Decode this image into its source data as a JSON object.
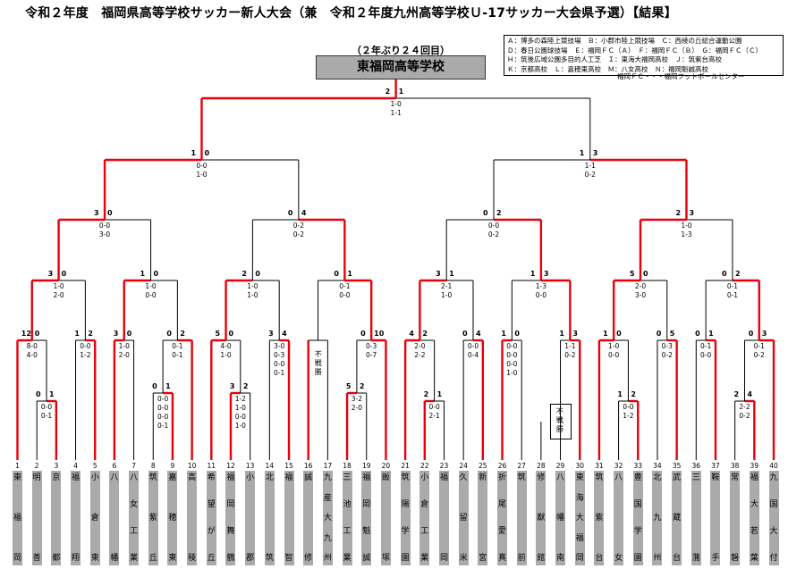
{
  "title": "令和２年度　福岡県高等学校サッカー新人大会（兼　令和２年度九州高等学校Ｕ-17サッカー大会県予選）【結果】",
  "champion": {
    "subtitle": "（２年ぶり２４回目）",
    "name": "東福岡高等学校"
  },
  "venues": [
    "Ａ：博多の森陸上競技場　Ｂ：小郡市陸上競技場　Ｃ：西綾の丘総合運動公園",
    "Ｄ：春日公園球技場　Ｅ：福岡ＦＣ（Ａ）　Ｆ：福岡ＦＣ（Ｂ）　Ｇ：福岡ＦＣ（Ｃ）",
    "Ｈ：筑後広域公園多目的人工芝　Ｉ：東海大福岡高校　Ｊ：筑紫台高校",
    "Ｋ：京都高校　Ｌ：嘉穂東高校　Ｍ：八女高校　Ｎ：福岡魁誠高校"
  ],
  "venue_note": "福岡ＦＣ・・・福岡フットボールセンター",
  "forfeit_label": "不戦勝",
  "teams": [
    {
      "num": "1",
      "name": "東福岡"
    },
    {
      "num": "2",
      "name": "明善"
    },
    {
      "num": "3",
      "name": "京都"
    },
    {
      "num": "4",
      "name": "福翔"
    },
    {
      "num": "5",
      "name": "小倉東"
    },
    {
      "num": "6",
      "name": "八幡"
    },
    {
      "num": "7",
      "name": "八女工業"
    },
    {
      "num": "8",
      "name": "筑紫丘"
    },
    {
      "num": "9",
      "name": "嘉穂東"
    },
    {
      "num": "10",
      "name": "高稜"
    },
    {
      "num": "11",
      "name": "希望が丘"
    },
    {
      "num": "12",
      "name": "福岡舞鶴"
    },
    {
      "num": "13",
      "name": "小郡"
    },
    {
      "num": "14",
      "name": "北筑"
    },
    {
      "num": "15",
      "name": "福智"
    },
    {
      "num": "16",
      "name": "誠修"
    },
    {
      "num": "17",
      "name": "九産大九州"
    },
    {
      "num": "18",
      "name": "三池工業"
    },
    {
      "num": "19",
      "name": "福岡魁誠"
    },
    {
      "num": "20",
      "name": "飯塚"
    },
    {
      "num": "21",
      "name": "筑陽学園"
    },
    {
      "num": "22",
      "name": "小倉工業"
    },
    {
      "num": "23",
      "name": "福岡"
    },
    {
      "num": "24",
      "name": "久留米"
    },
    {
      "num": "25",
      "name": "新宮"
    },
    {
      "num": "26",
      "name": "折尾愛真"
    },
    {
      "num": "27",
      "name": "筑前"
    },
    {
      "num": "28",
      "name": "修猷館"
    },
    {
      "num": "29",
      "name": "八幡南"
    },
    {
      "num": "30",
      "name": "東海大福岡"
    },
    {
      "num": "31",
      "name": "筑紫台"
    },
    {
      "num": "32",
      "name": "八女"
    },
    {
      "num": "33",
      "name": "豊国学園"
    },
    {
      "num": "34",
      "name": "北九州"
    },
    {
      "num": "35",
      "name": "武蔵台"
    },
    {
      "num": "36",
      "name": "三潴"
    },
    {
      "num": "37",
      "name": "鞍手"
    },
    {
      "num": "38",
      "name": "常磐"
    },
    {
      "num": "39",
      "name": "福大若葉"
    },
    {
      "num": "40",
      "name": "九国大付"
    }
  ],
  "matches": {
    "r1_a": {
      "l": "0",
      "r": "1",
      "lines": [
        "0-0",
        "0-1"
      ]
    },
    "r1_b": {
      "l": "0",
      "r": "1",
      "lines": [
        "0-0",
        "0-0",
        "0-0",
        "0-1"
      ]
    },
    "r1_c": {
      "l": "3",
      "r": "2",
      "lines": [
        "1-2",
        "1-0",
        "0-0",
        "1-0"
      ]
    },
    "r1_d": {
      "l": "5",
      "r": "2",
      "lines": [
        "3-2",
        "2-0"
      ]
    },
    "r1_e": {
      "l": "2",
      "r": "1",
      "lines": [
        "0-0",
        "2-1"
      ]
    },
    "r1_f": {
      "l": "1",
      "r": "2",
      "lines": [
        "0-0",
        "1-2"
      ]
    },
    "r1_g": {
      "l": "2",
      "r": "4",
      "lines": [
        "2-2",
        "0-2"
      ]
    },
    "r2_1": {
      "l": "12",
      "r": "0",
      "lines": [
        "8-0",
        "4-0"
      ]
    },
    "r2_2": {
      "l": "1",
      "r": "2",
      "lines": [
        "0-0",
        "1-2"
      ]
    },
    "r2_3": {
      "l": "3",
      "r": "0",
      "lines": [
        "1-0",
        "2-0"
      ]
    },
    "r2_4": {
      "l": "0",
      "r": "2",
      "lines": [
        "0-1",
        "0-1"
      ]
    },
    "r2_5": {
      "l": "5",
      "r": "0",
      "lines": [
        "4-0",
        "1-0"
      ]
    },
    "r2_6": {
      "l": "3",
      "r": "4",
      "lines": [
        "3-0",
        "0-3",
        "0-0",
        "0-1"
      ]
    },
    "r2_8": {
      "l": "0",
      "r": "10",
      "lines": [
        "0-3",
        "0-7"
      ]
    },
    "r2_9": {
      "l": "4",
      "r": "2",
      "lines": [
        "2-0",
        "2-2"
      ]
    },
    "r2_10": {
      "l": "0",
      "r": "4",
      "lines": [
        "0-0",
        "0-4"
      ]
    },
    "r2_11": {
      "l": "1",
      "r": "0",
      "lines": [
        "0-0",
        "0-0",
        "0-0",
        "1-0"
      ]
    },
    "r2_12": {
      "l": "1",
      "r": "3",
      "lines": [
        "1-1",
        "0-2"
      ]
    },
    "r2_13": {
      "l": "1",
      "r": "0",
      "lines": [
        "1-0",
        "0-0"
      ]
    },
    "r2_14": {
      "l": "0",
      "r": "5",
      "lines": [
        "0-3",
        "0-2"
      ]
    },
    "r2_15": {
      "l": "0",
      "r": "1",
      "lines": [
        "0-1",
        "0-0"
      ]
    },
    "r2_16": {
      "l": "0",
      "r": "3",
      "lines": [
        "0-1",
        "0-2"
      ]
    },
    "r3_1": {
      "l": "3",
      "r": "0",
      "lines": [
        "1-0",
        "2-0"
      ]
    },
    "r3_2": {
      "l": "1",
      "r": "0",
      "lines": [
        "1-0",
        "0-0"
      ]
    },
    "r3_3": {
      "l": "2",
      "r": "0",
      "lines": [
        "1-0",
        "1-0"
      ]
    },
    "r3_4": {
      "l": "0",
      "r": "1",
      "lines": [
        "0-1",
        "0-0"
      ]
    },
    "r3_5": {
      "l": "3",
      "r": "1",
      "lines": [
        "2-1",
        "1-0"
      ]
    },
    "r3_6": {
      "l": "1",
      "r": "3",
      "lines": [
        "1-3",
        "0-0"
      ]
    },
    "r3_7": {
      "l": "5",
      "r": "0",
      "lines": [
        "2-0",
        "3-0"
      ]
    },
    "r3_8": {
      "l": "0",
      "r": "2",
      "lines": [
        "0-1",
        "0-1"
      ]
    },
    "qf_1": {
      "l": "3",
      "r": "0",
      "lines": [
        "0-0",
        "3-0"
      ]
    },
    "qf_2": {
      "l": "0",
      "r": "4",
      "lines": [
        "0-2",
        "0-2"
      ]
    },
    "qf_3": {
      "l": "0",
      "r": "2",
      "lines": [
        "0-0",
        "0-2"
      ]
    },
    "qf_4": {
      "l": "2",
      "r": "3",
      "lines": [
        "1-0",
        "1-3"
      ]
    },
    "sf_1": {
      "l": "1",
      "r": "0",
      "lines": [
        "0-0",
        "1-0"
      ]
    },
    "sf_2": {
      "l": "1",
      "r": "3",
      "lines": [
        "1-1",
        "0-2"
      ]
    },
    "final": {
      "l": "2",
      "r": "1",
      "lines": [
        "1-0",
        "1-1"
      ]
    }
  },
  "colors": {
    "win": "#e8000b",
    "line": "#000000",
    "team_bg": "#aaaaaa"
  }
}
